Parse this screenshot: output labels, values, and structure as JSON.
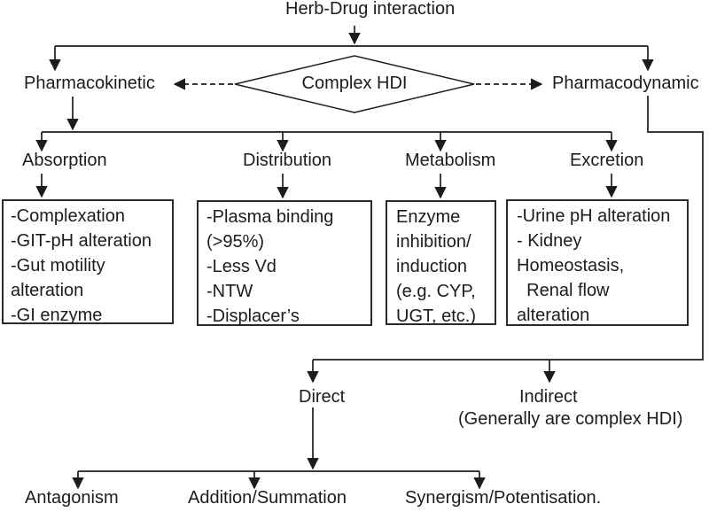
{
  "title": "Herb-Drug interaction",
  "diamond_label": "Complex HDI",
  "branches": {
    "pharmacokinetic": "Pharmacokinetic",
    "pharmacodynamic": "Pharmacodynamic"
  },
  "pk": [
    {
      "label": "Absorption",
      "details": "-Complexation\n-GIT-pH alteration\n-Gut motility\nalteration\n-GI enzyme"
    },
    {
      "label": "Distribution",
      "details": "-Plasma binding\n(>95%)\n-Less Vd\n-NTW\n-Displacer’s"
    },
    {
      "label": "Metabolism",
      "details": "Enzyme\ninhibition/\ninduction\n(e.g. CYP,\nUGT, etc.)"
    },
    {
      "label": "Excretion",
      "details": "-Urine pH alteration\n- Kidney\nHomeostasis,\n  Renal flow\nalteration"
    }
  ],
  "pd": {
    "direct": "Direct",
    "indirect": "Indirect",
    "indirect_note": "(Generally are complex HDI)"
  },
  "direct_effects": [
    "Antagonism",
    "Addition/Summation",
    "Synergism/Potentisation."
  ],
  "colors": {
    "line": "#1c1c1c",
    "text": "#1c1c1c",
    "background": "#ffffff"
  }
}
